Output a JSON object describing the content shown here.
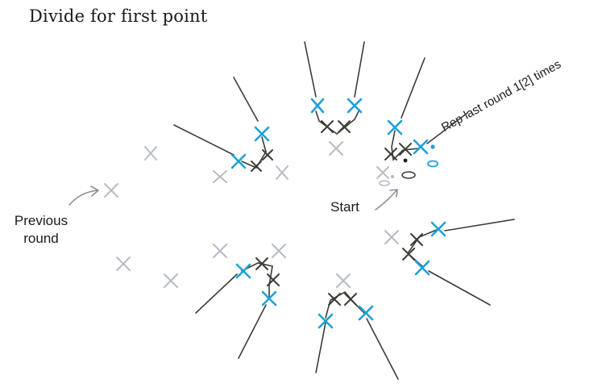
{
  "title": "Divide for first point",
  "labels": {
    "rep": "Rep last round 1[2] times",
    "start": "Start",
    "previous_line1": "Previous",
    "previous_line2": "round"
  },
  "colors": {
    "blue": "#1da1d8",
    "gray": "#b6bcc6",
    "dark": "#3a3e36"
  }
}
